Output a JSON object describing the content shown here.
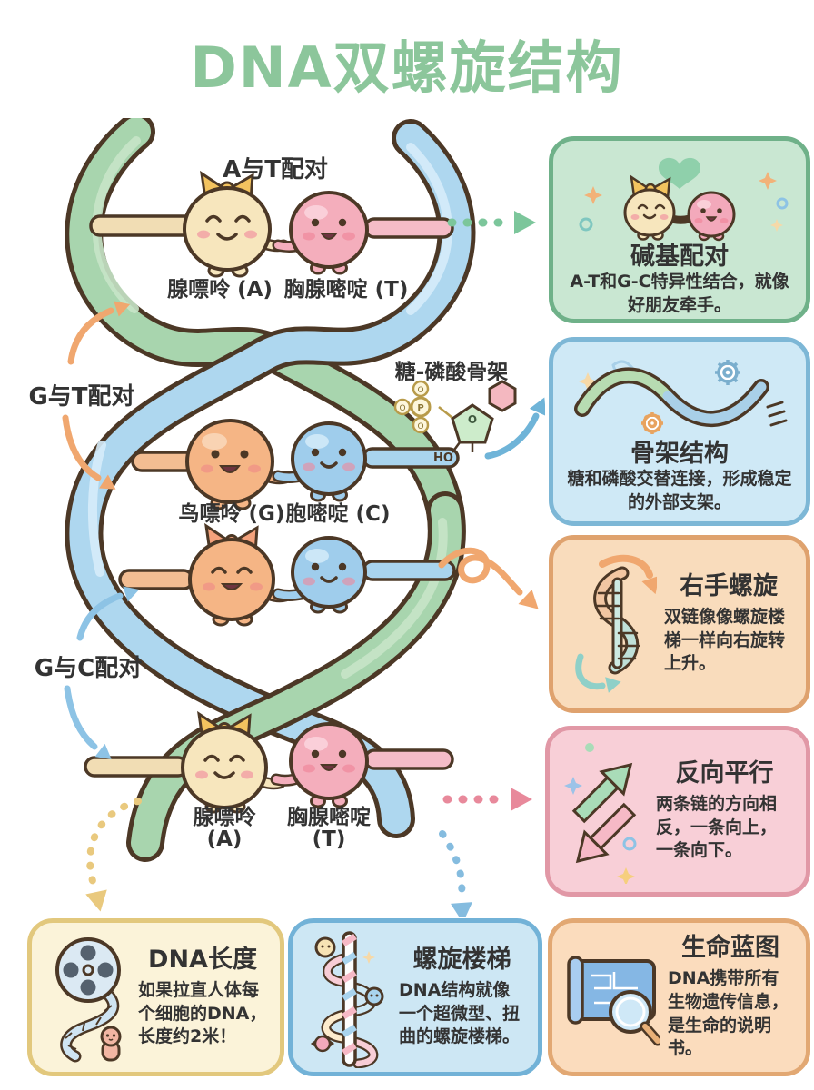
{
  "title": "DNA双螺旋结构",
  "helix": {
    "pair_label_top": "A与T配对",
    "pair_label_gt": "G与T配对",
    "pair_label_gc": "G与C配对",
    "backbone_label": "糖-磷酸骨架",
    "bases": {
      "adenine_top": "腺嘌呤 (A)",
      "thymine_top": "胸腺嘧啶 (T)",
      "guanine": "鸟嘌呤 (G)",
      "cytosine": "胞嘧啶 (C)",
      "adenine_bottom": "腺嘌呤",
      "adenine_bottom_symbol": "(A)",
      "thymine_bottom": "胸腺嘧啶",
      "thymine_bottom_symbol": "(T)"
    },
    "chem": {
      "p": "P",
      "o": "O",
      "ho": "HO"
    }
  },
  "cards": {
    "base_pairing": {
      "title": "碱基配对",
      "body": "A-T和G-C特异性结合，就像好朋友牵手。"
    },
    "backbone": {
      "title": "骨架结构",
      "body": "糖和磷酸交替连接，形成稳定的外部支架。"
    },
    "right_handed": {
      "title": "右手螺旋",
      "body": "双链像像螺旋楼梯一样向右旋转上升。"
    },
    "antiparallel": {
      "title": "反向平行",
      "body": "两条链的方向相反，一条向上，一条向下。"
    },
    "dna_length": {
      "title": "DNA长度",
      "body": "如果拉直人体每个细胞的DNA，长度约2米！"
    },
    "spiral_stairs": {
      "title": "螺旋楼梯",
      "body": "DNA结构就像一个超微型、扭曲的螺旋楼梯。"
    },
    "blueprint": {
      "title": "生命蓝图",
      "body": "DNA携带所有生物遗传信息，是生命的说明书。"
    }
  },
  "colors": {
    "title_green": "#8cc69b",
    "strand_green": "#a8d5ae",
    "strand_blue": "#aed7ef",
    "outline": "#4c3826",
    "card_green": "#c9e7d2",
    "card_blue": "#cfe9f6",
    "card_orange": "#f9dcbc",
    "card_pink": "#f8cfd7",
    "card_yellow": "#fbf3d9",
    "arrow_green": "#7cc69b",
    "arrow_orange": "#f0a76f",
    "arrow_pink": "#e8899b",
    "arrow_blue": "#6fb4d8",
    "arrow_yellow": "#e9c97e"
  }
}
